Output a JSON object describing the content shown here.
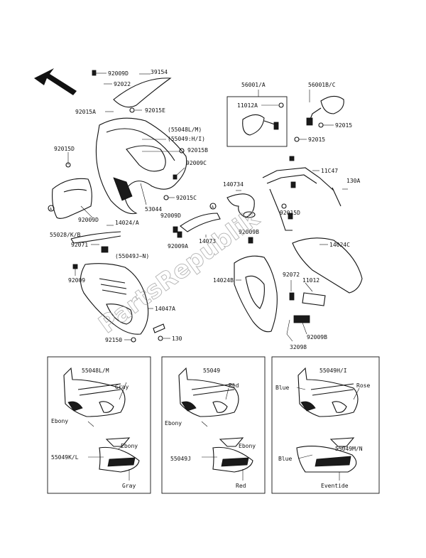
{
  "colors": {
    "ink": "#111111",
    "paper": "#ffffff"
  },
  "icons": {
    "direction": "front-direction-arrow-icon"
  },
  "parts": {
    "p92009D": "92009D",
    "p92022": "92022",
    "p39154": "39154",
    "p92015A": "92015A",
    "p92015E": "92015E",
    "p55048": "(55048L/M)",
    "p55049HI": "(55049:H/I)",
    "p92015B_top": "92015B",
    "p92015D": "92015D",
    "p92009C": "92009C",
    "p92015C": "92015C",
    "p53044": "53044",
    "p92009D_2": "92009D",
    "p55028": "55028/K/B",
    "p14024A": "14024/A",
    "p92071": "92071",
    "p55049JN": "(55049J~N)",
    "p92009": "92009",
    "p14047A": "14047A",
    "p92150": "92150",
    "p130": "130",
    "p56001": "56001/A",
    "p11012A": "11012A",
    "p56001B": "56001B/C",
    "p92015": "92015",
    "p92015_b": "92015",
    "p140734": "140734",
    "p11047": "11C47",
    "p130A": "130A",
    "p92015D_b": "92015D",
    "p92009B": "92009B",
    "p92009A": "92009A",
    "p14073": "14073",
    "p14024C": "14024C",
    "p14024B": "14024B",
    "p92072": "92072",
    "p11012": "11012",
    "p92009B_b": "92009B",
    "p32098": "32098"
  },
  "watermark": "PartsRepublik",
  "variants": [
    {
      "upper_part": "55048L/M",
      "upper_color": "Gray",
      "upper_base": "Ebony",
      "lower_part": "55049K/L",
      "lower_color": "Ebony",
      "lower_base": "Gray"
    },
    {
      "upper_part": "55049",
      "upper_color": "Red",
      "upper_base": "Ebony",
      "lower_part": "55049J",
      "lower_color": "Ebony",
      "lower_base": "Red"
    },
    {
      "upper_part": "55049H/I",
      "upper_color": "Rose",
      "upper_base": "Blue",
      "lower_part": "55049M/N",
      "lower_color": "Blue",
      "lower_base": "Eventide"
    }
  ]
}
